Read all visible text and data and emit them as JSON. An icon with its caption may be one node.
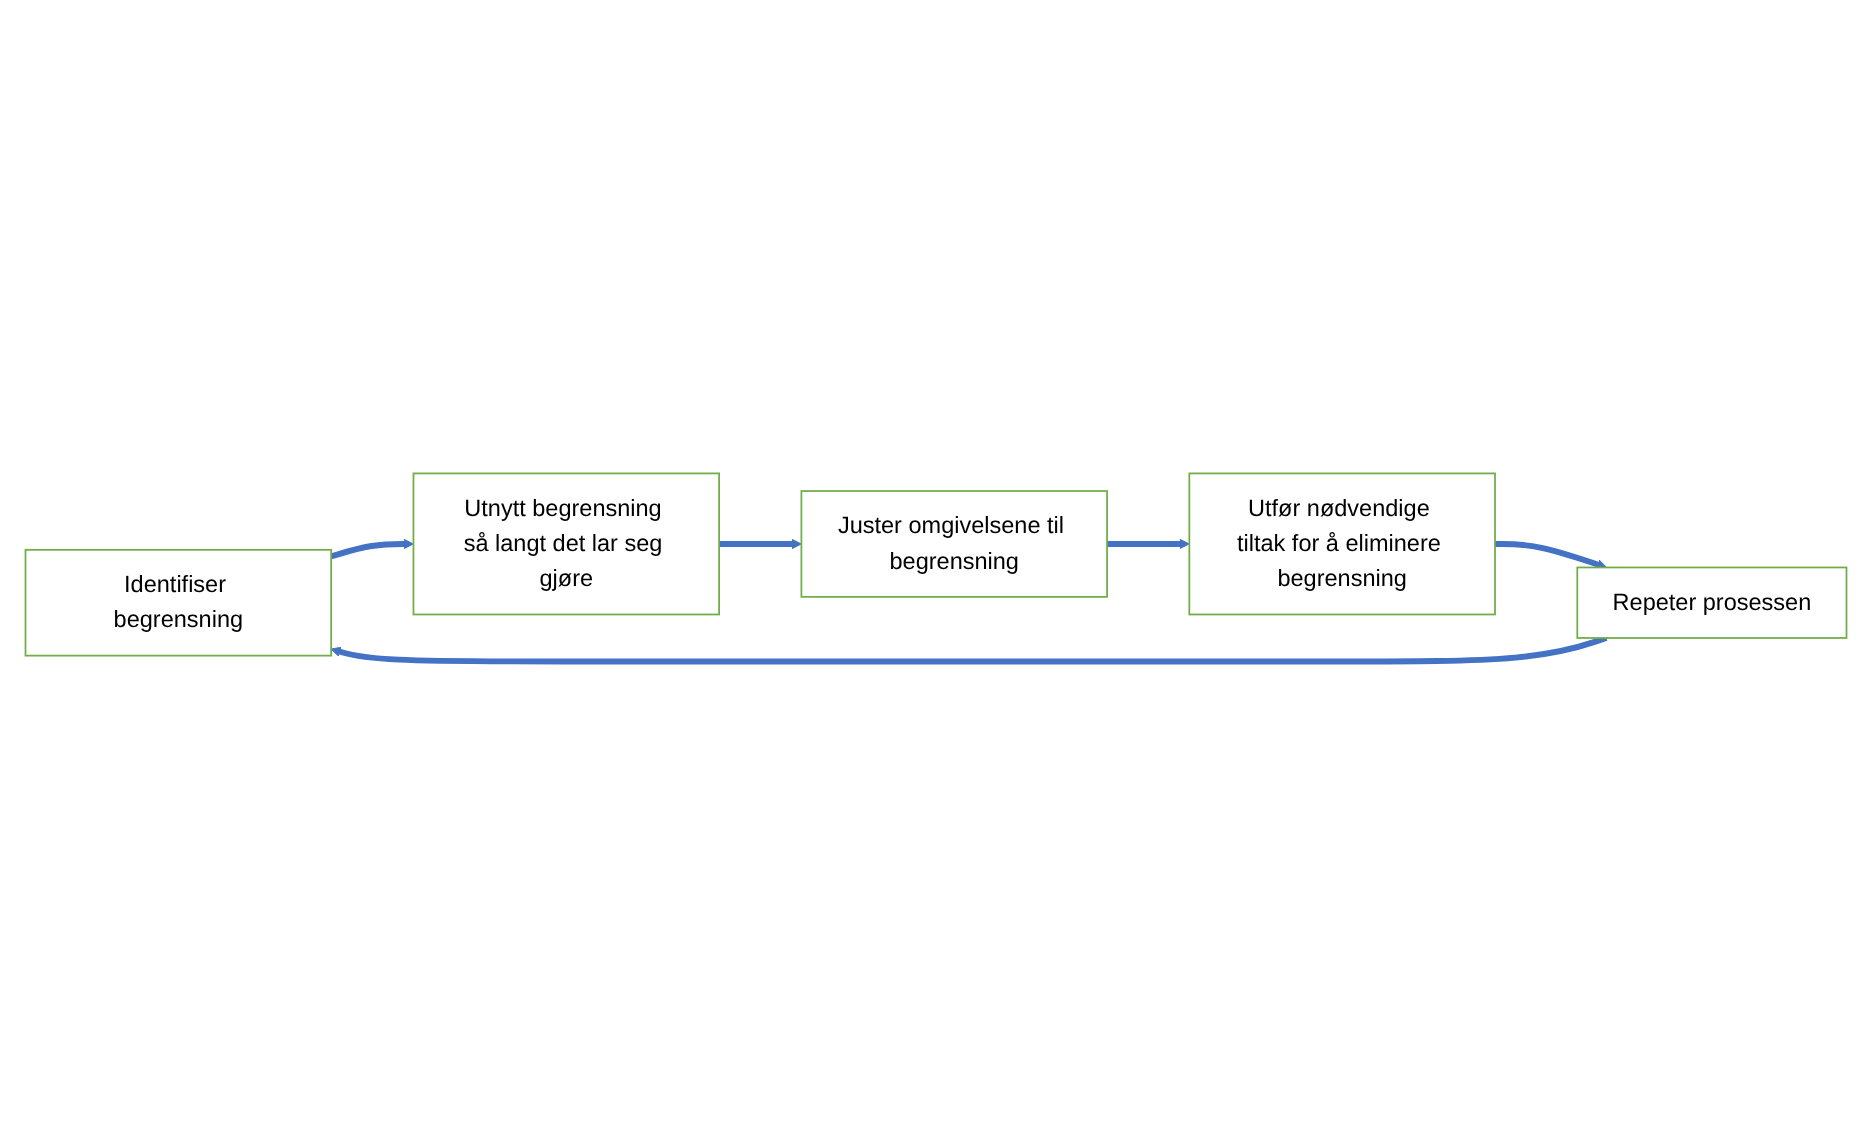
{
  "diagram": {
    "nodes": [
      {
        "text": [
          "Identifiser begrensning"
        ]
      },
      {
        "text": [
          "Utnytt begrensning så langt det lar seg gjøre"
        ]
      },
      {
        "text": [
          "Juster omgivelsene til begrensning"
        ]
      },
      {
        "text": [
          "Utfør nødvendige tiltak for å eliminere begrensning"
        ]
      },
      {
        "text": [
          "Repeter prosessen"
        ]
      }
    ],
    "edges": [
      {
        "from": 0,
        "to": 1,
        "arrow": "to"
      },
      {
        "from": 1,
        "to": 2,
        "arrow": "to"
      },
      {
        "from": 2,
        "to": 3,
        "arrow": "to"
      },
      {
        "from": 3,
        "to": 4,
        "arrow": "to"
      },
      {
        "from": 4,
        "to": 0,
        "arrow": "to"
      }
    ]
  }
}
